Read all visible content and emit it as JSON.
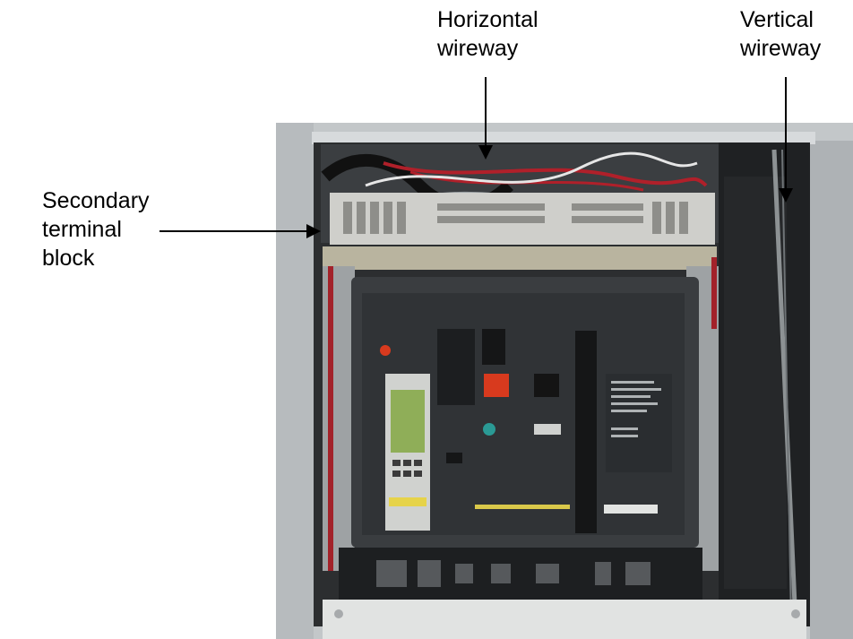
{
  "labels": {
    "horizontal_wireway": [
      "Horizontal",
      "wireway"
    ],
    "vertical_wireway": [
      "Vertical",
      "wireway"
    ],
    "secondary_terminal_block": [
      "Secondary",
      "terminal",
      "block"
    ]
  },
  "colors": {
    "cabinet_gray": "#b9bdbf",
    "breaker_body": "#3a3d40",
    "accent_red": "#d83a1e",
    "wire_red": "#b0202a",
    "display_green": "#8fae58",
    "stripe_yellow": "#d9c84a",
    "teal_button": "#2a9a95"
  }
}
